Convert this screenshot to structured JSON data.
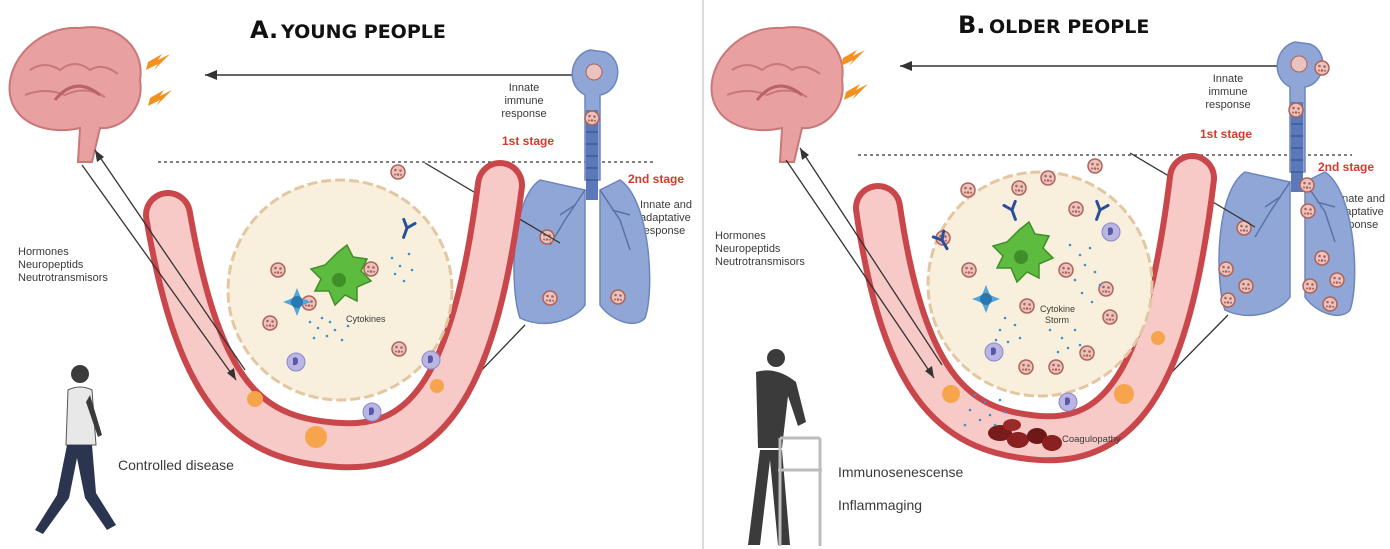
{
  "panels": [
    {
      "id": "A",
      "letter": "A.",
      "title": "YOUNG PEOPLE",
      "innate_lines": [
        "Innate",
        "immune",
        "response"
      ],
      "stage1": "1st stage",
      "stage2": "2nd stage",
      "adaptive_lines": [
        "Innate and",
        "adaptative",
        "response"
      ],
      "signal_lines": [
        "Hormones",
        "Neuropeptids",
        "Neutrotransmisors"
      ],
      "center_label": "Cytokines",
      "outcome_labels": [
        "Controlled disease"
      ]
    },
    {
      "id": "B",
      "letter": "B.",
      "title": "OLDER PEOPLE",
      "innate_lines": [
        "Innate",
        "immune",
        "response"
      ],
      "stage1": "1st stage",
      "stage2": "2nd stage",
      "adaptive_lines": [
        "Innate and",
        "adaptative",
        "response"
      ],
      "signal_lines": [
        "Hormones",
        "Neuropeptids",
        "Neutrotransmisors"
      ],
      "center_label_lines": [
        "Cytokine",
        "Storm"
      ],
      "coag_label": "Coagulopathy",
      "outcome_labels": [
        "Immunosenescense",
        "Inflammaging"
      ]
    }
  ],
  "colors": {
    "brain": "#e8a0a0",
    "lightning": "#f4901e",
    "lung": "#8fa6d6",
    "vessel": "#c9464a",
    "vessel_fill": "#f7c9c7",
    "alveolus": "#f8f0dc",
    "dendritic_cell": "#5dbb3f",
    "virus": "#c9776d",
    "cytokine": "#3d8fd1",
    "stage_label": "#d33b2c",
    "person": "#3b3b3b"
  },
  "icons": [
    "brain-icon",
    "lightning-icon",
    "lung-icon",
    "virus-icon",
    "dendritic-cell-icon",
    "antibody-icon",
    "blood-vessel-icon",
    "person-walking-icon",
    "person-with-walker-icon"
  ]
}
